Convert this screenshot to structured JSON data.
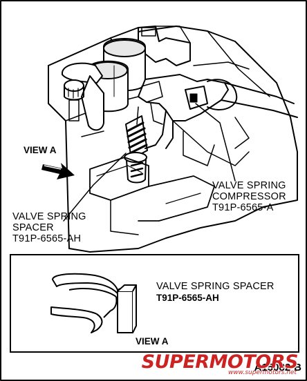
{
  "labels": {
    "view_a_top": "VIEW A",
    "compressor_line1": "VALVE SPRING",
    "compressor_line2": "COMPRESSOR",
    "compressor_part": "T91P-6565-A",
    "spacer_line1": "VALVE SPRING",
    "spacer_line2": "SPACER",
    "spacer_part": "T91P-6565-AH",
    "detail_title": "VALVE SPRING SPACER",
    "detail_part": "T91P-6565-AH",
    "view_a_bottom": "VIEW A",
    "figure_code": "A15082-B"
  },
  "watermark": {
    "brand": "SUPERMOTORS",
    "url": "www.supermotors.net"
  },
  "colors": {
    "ink": "#000000",
    "paper": "#ffffff",
    "watermark": "#cc2222"
  }
}
